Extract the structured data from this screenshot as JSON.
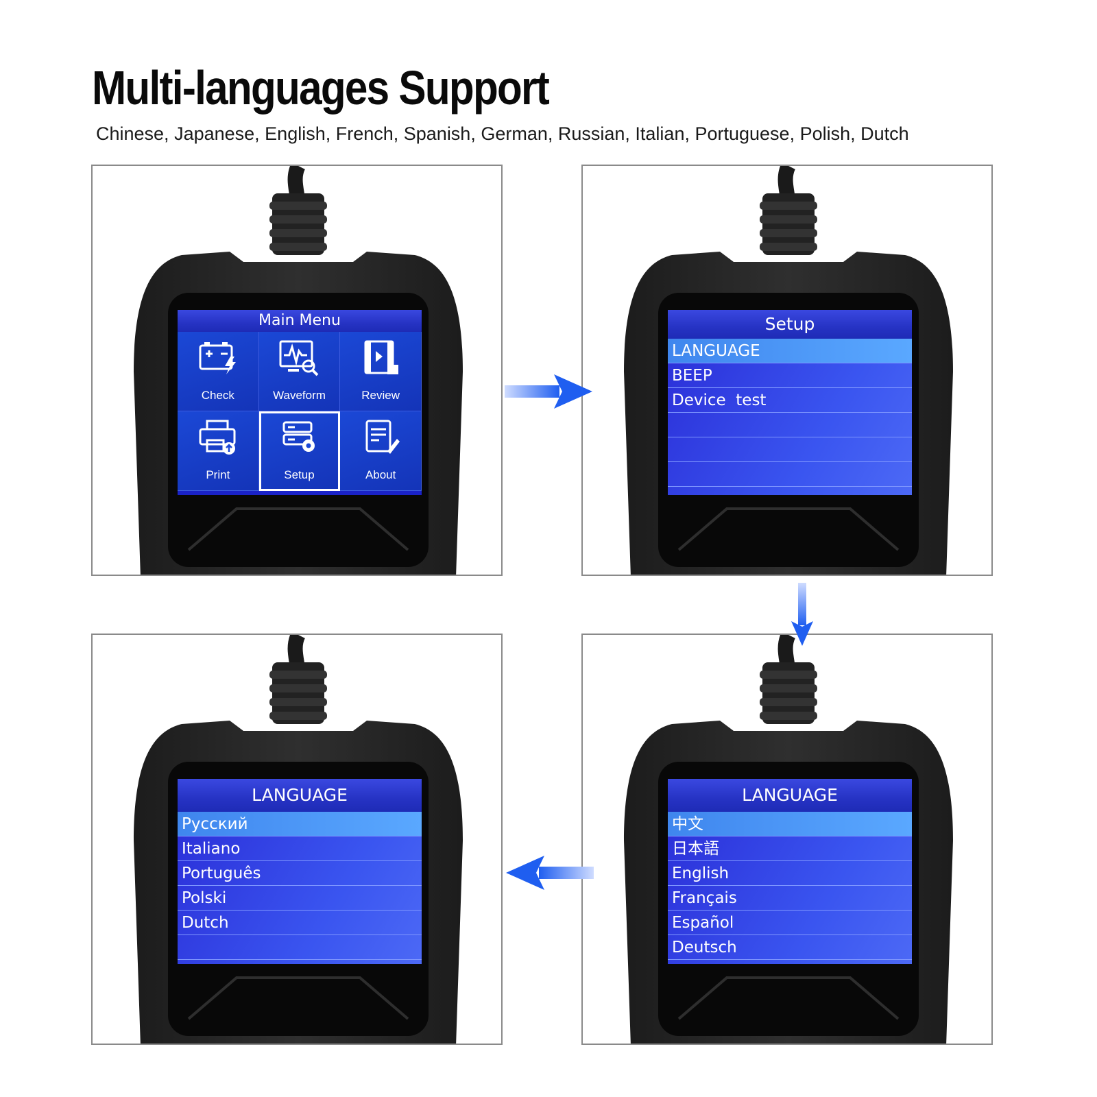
{
  "headline": "Multi-languages Support",
  "subline": "Chinese, Japanese, English, French, Spanish, German, Russian, Italian, Portuguese, Polish, Dutch",
  "colors": {
    "accent": "#1f5ef0",
    "screen_blue": "#2633c4",
    "device_body": "#2a2a2a"
  },
  "main_menu": {
    "title": "Main Menu",
    "tiles": [
      {
        "label": "Check",
        "icon": "battery-check-icon"
      },
      {
        "label": "Waveform",
        "icon": "waveform-icon"
      },
      {
        "label": "Review",
        "icon": "film-review-icon"
      },
      {
        "label": "Print",
        "icon": "printer-icon"
      },
      {
        "label": "Setup",
        "icon": "settings-gear-icon",
        "selected": true
      },
      {
        "label": "About",
        "icon": "document-about-icon"
      }
    ]
  },
  "setup_menu": {
    "title": "Setup",
    "items": [
      "LANGUAGE",
      "BEEP",
      "Device  test",
      "",
      "",
      ""
    ]
  },
  "language_page1": {
    "title": "LANGUAGE",
    "items": [
      "中文",
      "日本語",
      "English",
      "Français",
      "Español",
      "Deutsch"
    ]
  },
  "language_page2": {
    "title": "LANGUAGE",
    "items": [
      "Русский",
      "Italiano",
      "Português",
      "Polski",
      "Dutch",
      ""
    ]
  }
}
